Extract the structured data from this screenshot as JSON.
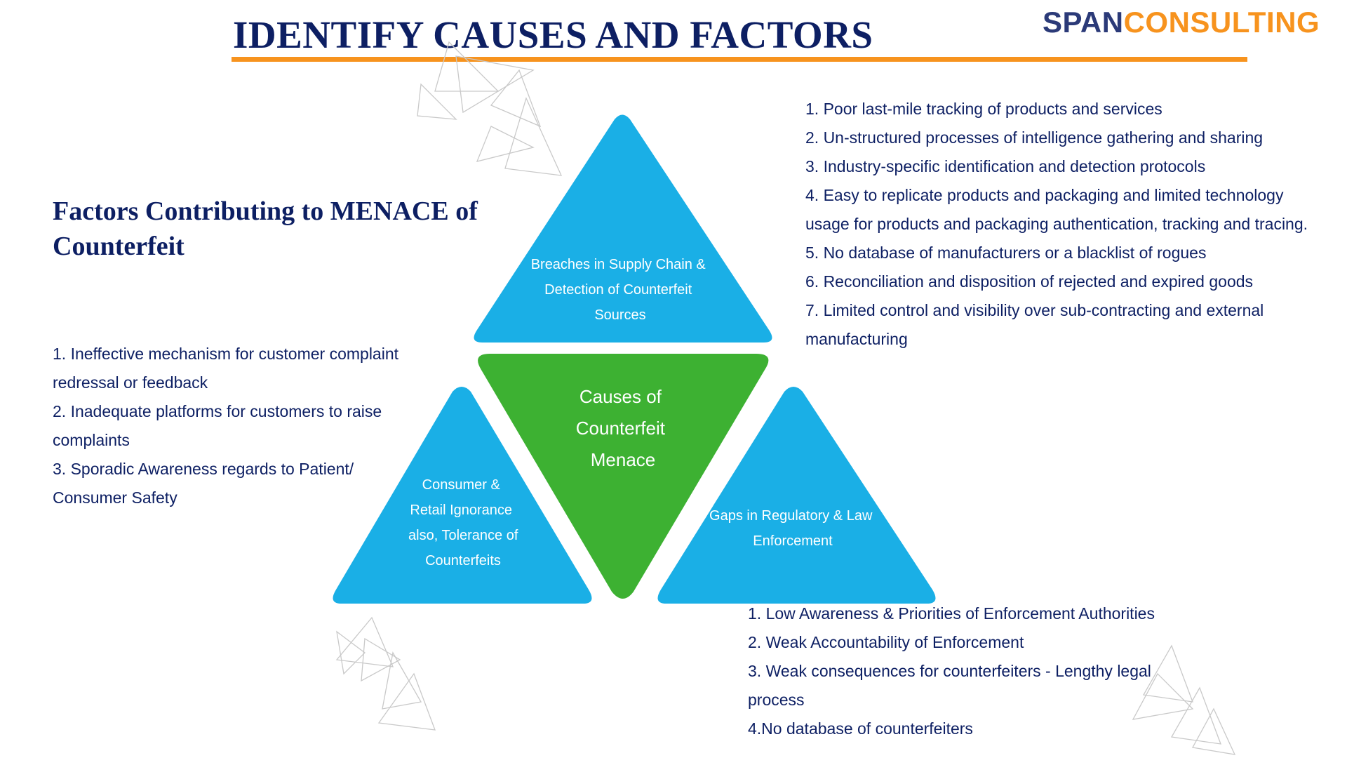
{
  "header": {
    "title": "IDENTIFY CAUSES AND FACTORS",
    "logo_part1": "SPAN",
    "logo_part2": "CONSULTING"
  },
  "colors": {
    "navy": "#0d1f63",
    "orange": "#f7931e",
    "blue": "#1aafe6",
    "green": "#3db132"
  },
  "subtitle": "Factors Contributing to MENACE of Counterfeit",
  "diagram": {
    "center": [
      "Causes of",
      "Counterfeit",
      "Menace"
    ],
    "top": [
      "Breaches in Supply Chain &",
      "Detection of Counterfeit",
      "Sources"
    ],
    "left": [
      "Consumer &",
      "Retail  Ignorance",
      "also, Tolerance of",
      "Counterfeits"
    ],
    "right": [
      "Gaps in Regulatory & Law",
      "Enforcement"
    ]
  },
  "lists": {
    "left": [
      "1. Ineffective mechanism for customer complaint redressal or feedback",
      "2. Inadequate platforms for customers to raise complaints",
      "3. Sporadic Awareness regards to Patient/ Consumer Safety"
    ],
    "right": [
      "1. Poor last-mile tracking of products and services",
      "2. Un-structured processes of intelligence gathering and sharing",
      "3. Industry-specific identification and detection protocols",
      "4. Easy to replicate products and packaging and limited technology usage for products and packaging authentication, tracking and tracing.",
      "5. No database of manufacturers or a blacklist of rogues",
      "6. Reconciliation and disposition of rejected and expired goods",
      "7. Limited control and visibility over sub-contracting and external manufacturing"
    ],
    "bottom": [
      "1. Low Awareness & Priorities of Enforcement Authorities",
      "2. Weak Accountability of Enforcement",
      "3. Weak consequences for counterfeiters - Lengthy legal process",
      "4.No database of counterfeiters"
    ]
  }
}
